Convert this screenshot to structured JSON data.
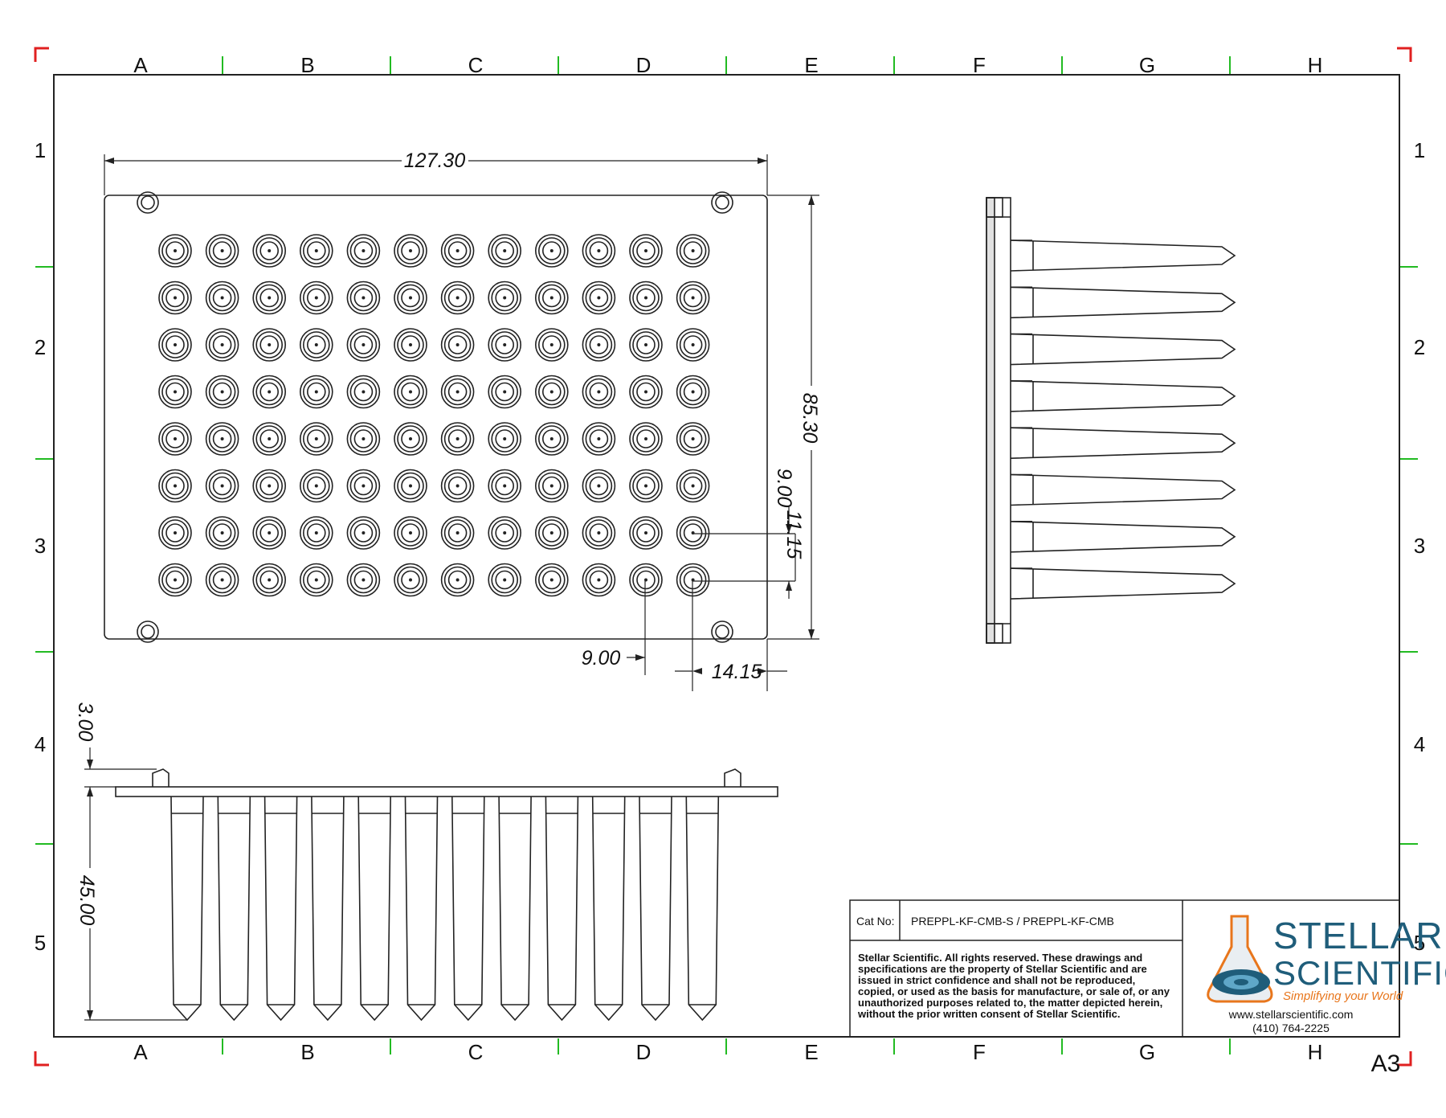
{
  "zones": {
    "columns": [
      "A",
      "B",
      "C",
      "D",
      "E",
      "F",
      "G",
      "H"
    ],
    "rows": [
      "1",
      "2",
      "3",
      "4",
      "5"
    ]
  },
  "sheet_size": "A3",
  "top_view": {
    "well_rows": 8,
    "well_cols": 12,
    "dims": {
      "width": "127.30",
      "height": "85.30",
      "pitch_vertical": "9.00",
      "offset_vertical": "11.15",
      "pitch_horizontal": "9.00",
      "offset_horizontal": "14.15"
    }
  },
  "front_view": {
    "dims": {
      "flange": "3.00",
      "depth": "45.00"
    }
  },
  "title_block": {
    "cat_no_label": "Cat No:",
    "cat_no_value": "PREPPL-KF-CMB-S  /  PREPPL-KF-CMB",
    "notice_lines": [
      "Stellar Scientific. All rights reserved. These drawings and",
      "specifications are the property of Stellar Scientific and are",
      "issued in strict confidence and shall not be reproduced,",
      "copied, or used as the basis for manufacture, or sale of, or any",
      "unauthorized purposes related to, the matter depicted herein,",
      "without the prior written consent of Stellar Scientific."
    ],
    "logo_line1": "STELLAR",
    "logo_line2": "SCIENTIFIC",
    "tagline": "Simplifying your World",
    "website": "www.stellarscientific.com",
    "phone": "(410) 764-2225"
  },
  "colors": {
    "line": "#222222",
    "corner_mark": "#e02020",
    "zone_tick": "#22bb22",
    "brand_blue": "#1f5d7a",
    "brand_orange": "#e8761c"
  }
}
